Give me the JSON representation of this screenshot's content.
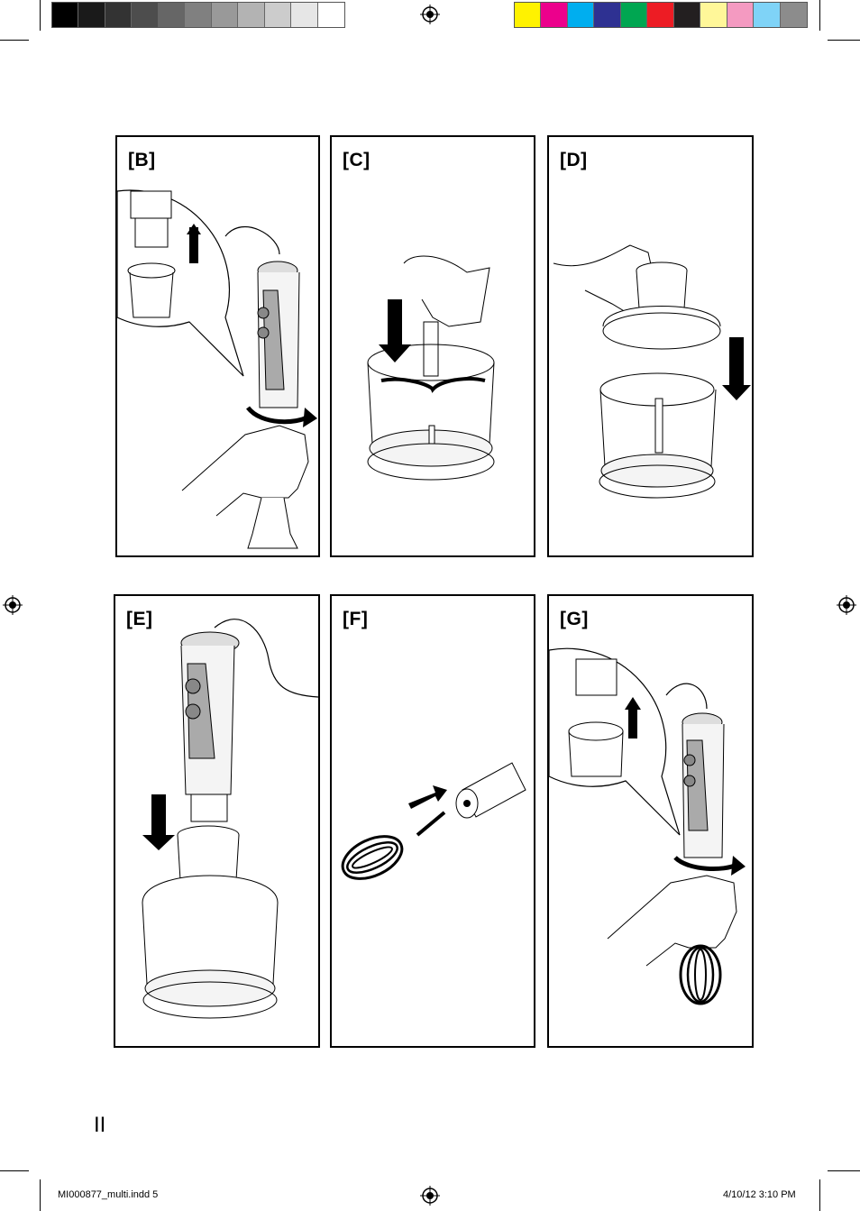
{
  "colors": {
    "gray_swatches": [
      "#000000",
      "#1a1a1a",
      "#333333",
      "#4d4d4d",
      "#666666",
      "#808080",
      "#999999",
      "#b3b3b3",
      "#cccccc",
      "#e6e6e6",
      "#ffffff"
    ],
    "color_swatches": [
      "#fff200",
      "#ec008c",
      "#00aeef",
      "#2e3192",
      "#00a651",
      "#ed1c24",
      "#231f20",
      "#fff799",
      "#f49ac1",
      "#7fd3f7",
      "#8c8c8c"
    ]
  },
  "panels": [
    {
      "id": "B",
      "label": "[B]"
    },
    {
      "id": "C",
      "label": "[C]"
    },
    {
      "id": "D",
      "label": "[D]"
    },
    {
      "id": "E",
      "label": "[E]"
    },
    {
      "id": "F",
      "label": "[F]"
    },
    {
      "id": "G",
      "label": "[G]"
    }
  ],
  "page_number": "II",
  "footer": {
    "file": "MI000877_multi.indd   5",
    "datetime": "4/10/12   3:10 PM"
  }
}
